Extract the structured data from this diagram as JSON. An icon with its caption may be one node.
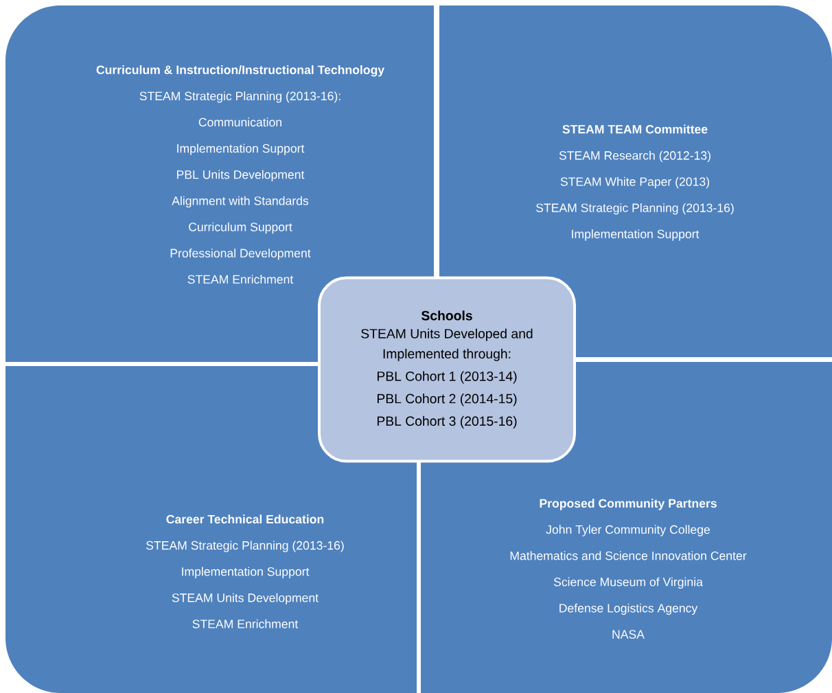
{
  "diagram": {
    "nodes": [
      {
        "text": [
          "Curriculum & Instruction/Instructional Technology",
          "STEAM Strategic Planning (2013-16):",
          "Communication",
          "Implementation Support",
          "PBL Units Development",
          "Alignment with Standards",
          "Curriculum Support",
          "Professional Development",
          "STEAM Enrichment"
        ]
      },
      {
        "text": [
          "STEAM TEAM Committee",
          "STEAM Research (2012-13)",
          "STEAM White Paper (2013)",
          "STEAM Strategic Planning (2013-16)",
          "Implementation Support"
        ]
      },
      {
        "text": [
          "Career Technical Education",
          "STEAM Strategic Planning (2013-16)",
          "Implementation Support",
          "STEAM Units Development",
          "STEAM Enrichment"
        ]
      },
      {
        "text": [
          "Proposed Community Partners",
          "John Tyler Community College",
          "Mathematics and Science Innovation Center",
          "Science Museum of Virginia",
          "Defense Logistics Agency",
          "NASA"
        ]
      },
      {
        "text": [
          "Schools",
          "STEAM Units Developed and Implemented through:",
          "PBL Cohort 1 (2013-14)",
          "PBL Cohort 2 (2014-15)",
          "PBL Cohort 3 (2015-16)"
        ]
      }
    ]
  }
}
